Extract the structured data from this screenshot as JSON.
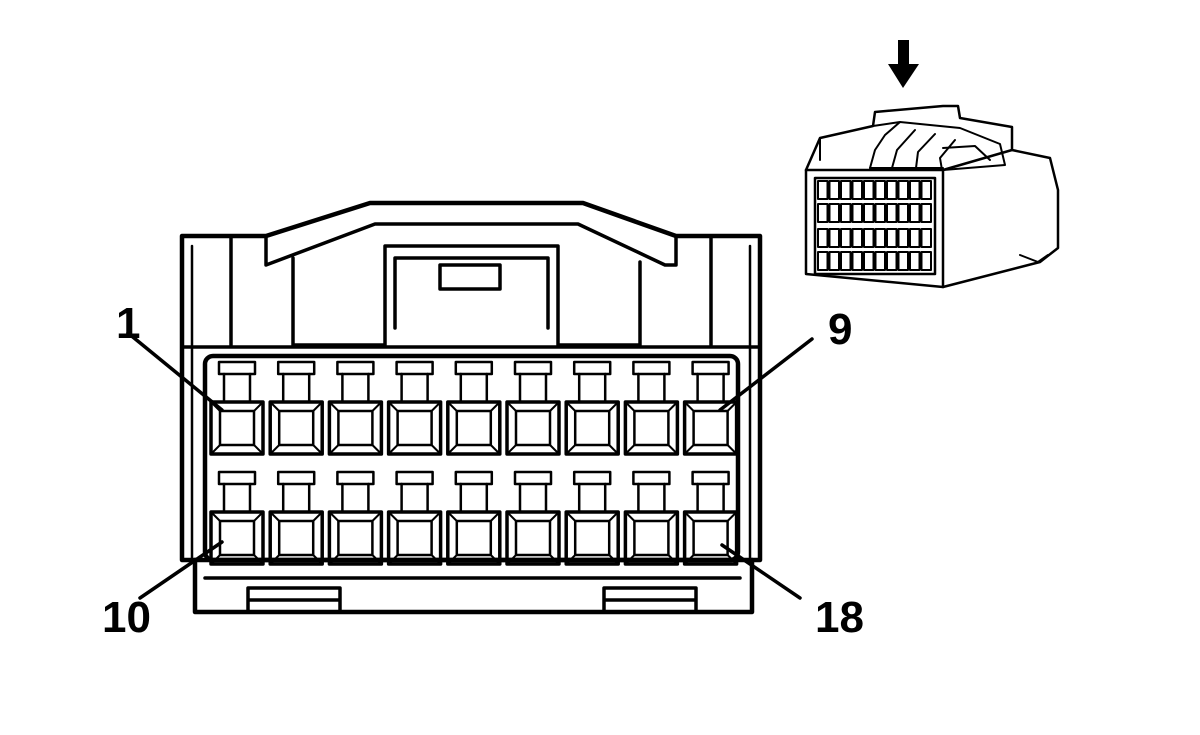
{
  "diagram": {
    "pin_rows": 2,
    "pins_per_row": 9,
    "labels": {
      "top_left": "1",
      "top_right": "9",
      "bottom_left": "10",
      "bottom_right": "18"
    },
    "icons": {
      "view_direction": "down-arrow-icon",
      "connector_thumbnail": "connector-3d-icon"
    }
  }
}
